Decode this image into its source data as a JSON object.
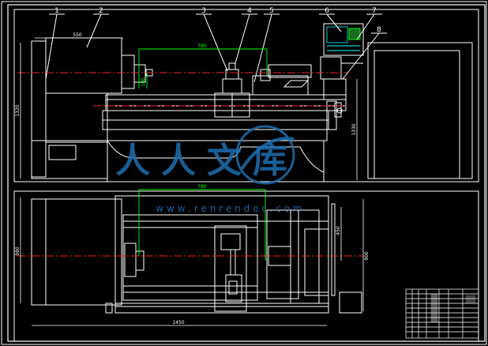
{
  "drawing": {
    "part_labels": [
      "1",
      "2",
      "3",
      "4",
      "5",
      "6",
      "7",
      "8"
    ],
    "front_view": {
      "dim_width": "550",
      "dim_center": "780",
      "dim_height_total": "1320",
      "dim_height_small": "180",
      "dim_right_height": "1330"
    },
    "top_view": {
      "dim_center": "780",
      "dim_total_width": "1450",
      "dim_left_height": "980",
      "dim_right_height": "900",
      "dim_right_small": "450"
    }
  },
  "watermark": {
    "chinese": "人人文库",
    "url": "w w w . r e n r e n d o c . c o m"
  },
  "colors": {
    "background": "#000000",
    "line": "#ffffff",
    "dimension": "#00ff00",
    "centerline": "#ff2020",
    "accent": "#00ffff",
    "watermark": "#1e6fb0"
  }
}
